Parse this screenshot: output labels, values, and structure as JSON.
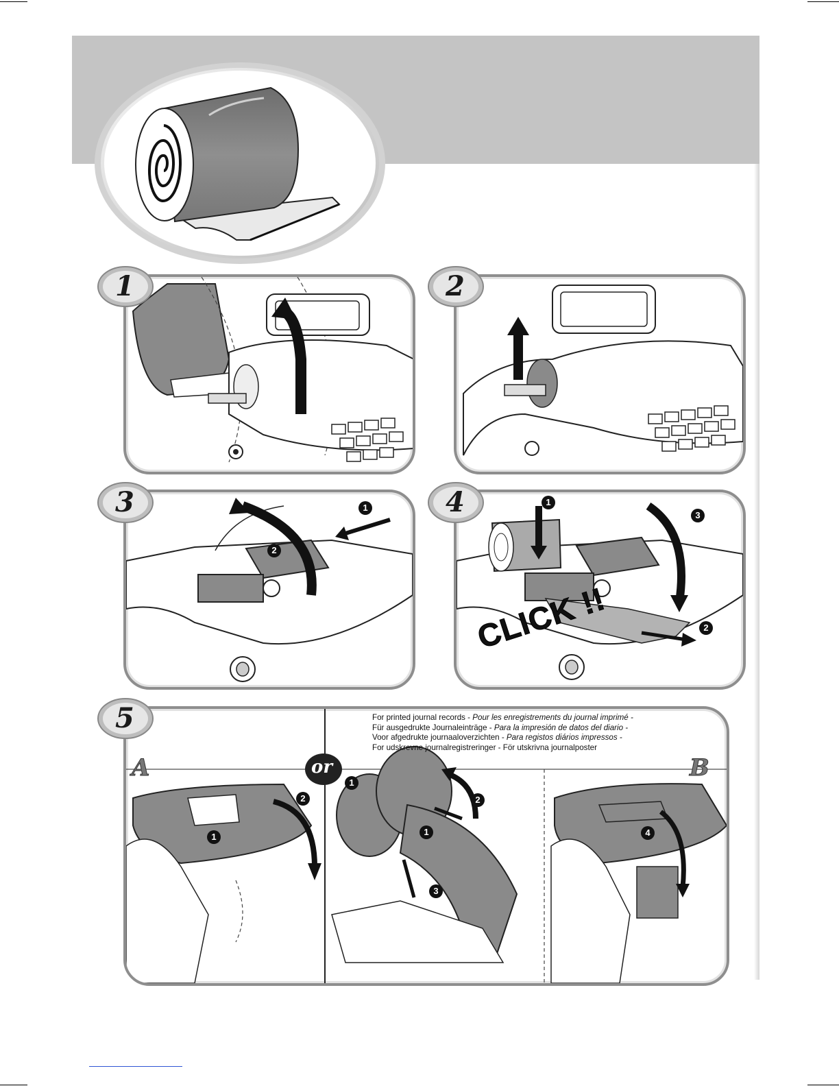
{
  "steps": {
    "step1": "1",
    "step2": "2",
    "step3": "3",
    "step4": "4",
    "step5": "5"
  },
  "callouts": {
    "c1": "1",
    "c2": "2",
    "c3": "3",
    "c4": "4"
  },
  "click_label": "CLICK !!",
  "option_a": "A",
  "option_b": "B",
  "or_label": "or",
  "journal_lines": [
    {
      "plain": "For printed journal records - ",
      "italic": "Pour les enregistrements du journal imprimé -"
    },
    {
      "plain": "Für ausgedrukte Journaleinträge - ",
      "italic": "Para la impresión de datos del diario -"
    },
    {
      "plain": "Voor afgedrukte journaaloverzichten - ",
      "italic": "Para registos diários impressos -"
    },
    {
      "plain": "For udskrevne journalregistreringer - För utskrivna journalposter",
      "italic": ""
    }
  ],
  "colors": {
    "header_band": "#c4c4c4",
    "panel_border": "#8e8e8e",
    "paper_gray": "#8a8a8a",
    "ink": "#111111"
  }
}
